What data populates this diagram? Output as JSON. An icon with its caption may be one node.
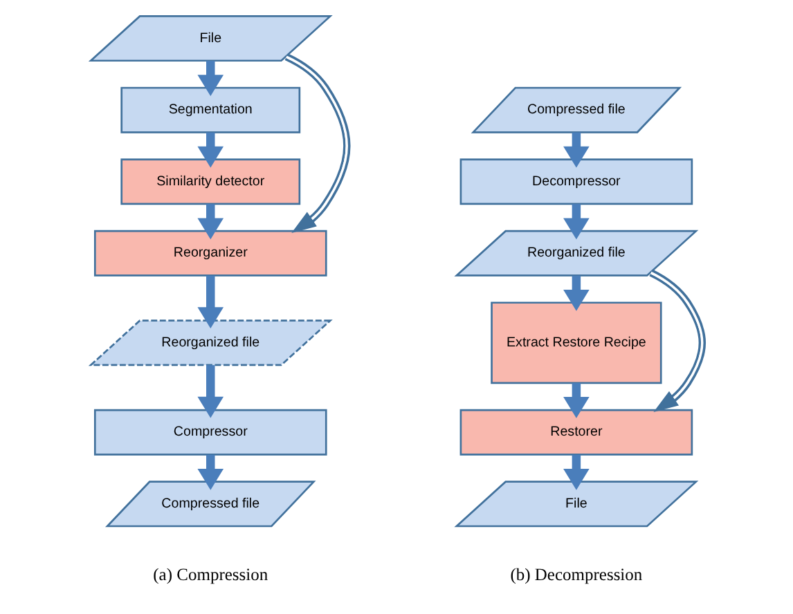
{
  "diagram": {
    "nodes": [
      {
        "text": [
          "File"
        ]
      },
      {
        "text": [
          "Segmentation"
        ]
      },
      {
        "text": [
          "Similarity detector"
        ]
      },
      {
        "text": [
          "Reorganizer"
        ]
      },
      {
        "text": [
          "Reorganized file"
        ]
      },
      {
        "text": [
          "Compressor"
        ]
      },
      {
        "text": [
          "Compressed file"
        ]
      },
      {
        "text": [
          "Compressed file"
        ]
      },
      {
        "text": [
          "Decompressor"
        ]
      },
      {
        "text": [
          "Reorganized file"
        ]
      },
      {
        "text": [
          "Extract Restore Recipe"
        ]
      },
      {
        "text": [
          "Restorer"
        ]
      },
      {
        "text": [
          "File"
        ]
      }
    ],
    "edges": [
      {
        "from": 0,
        "to": 1,
        "arrow": "to"
      },
      {
        "from": 1,
        "to": 2,
        "arrow": "to"
      },
      {
        "from": 2,
        "to": 3,
        "arrow": "to"
      },
      {
        "from": 3,
        "to": 4,
        "arrow": "to"
      },
      {
        "from": 4,
        "to": 5,
        "arrow": "to"
      },
      {
        "from": 5,
        "to": 6,
        "arrow": "to"
      },
      {
        "from": 0,
        "to": 3,
        "arrow": "to",
        "color": "#41719c"
      },
      {
        "from": 7,
        "to": 8,
        "arrow": "to"
      },
      {
        "from": 8,
        "to": 9,
        "arrow": "to"
      },
      {
        "from": 9,
        "to": 10,
        "arrow": "to"
      },
      {
        "from": 10,
        "to": 11,
        "arrow": "to"
      },
      {
        "from": 11,
        "to": 12,
        "arrow": "to"
      },
      {
        "from": 9,
        "to": 11,
        "arrow": "to",
        "color": "#41719c"
      }
    ],
    "labels": [
      "(a) Compression",
      "(b) Decompression"
    ]
  }
}
